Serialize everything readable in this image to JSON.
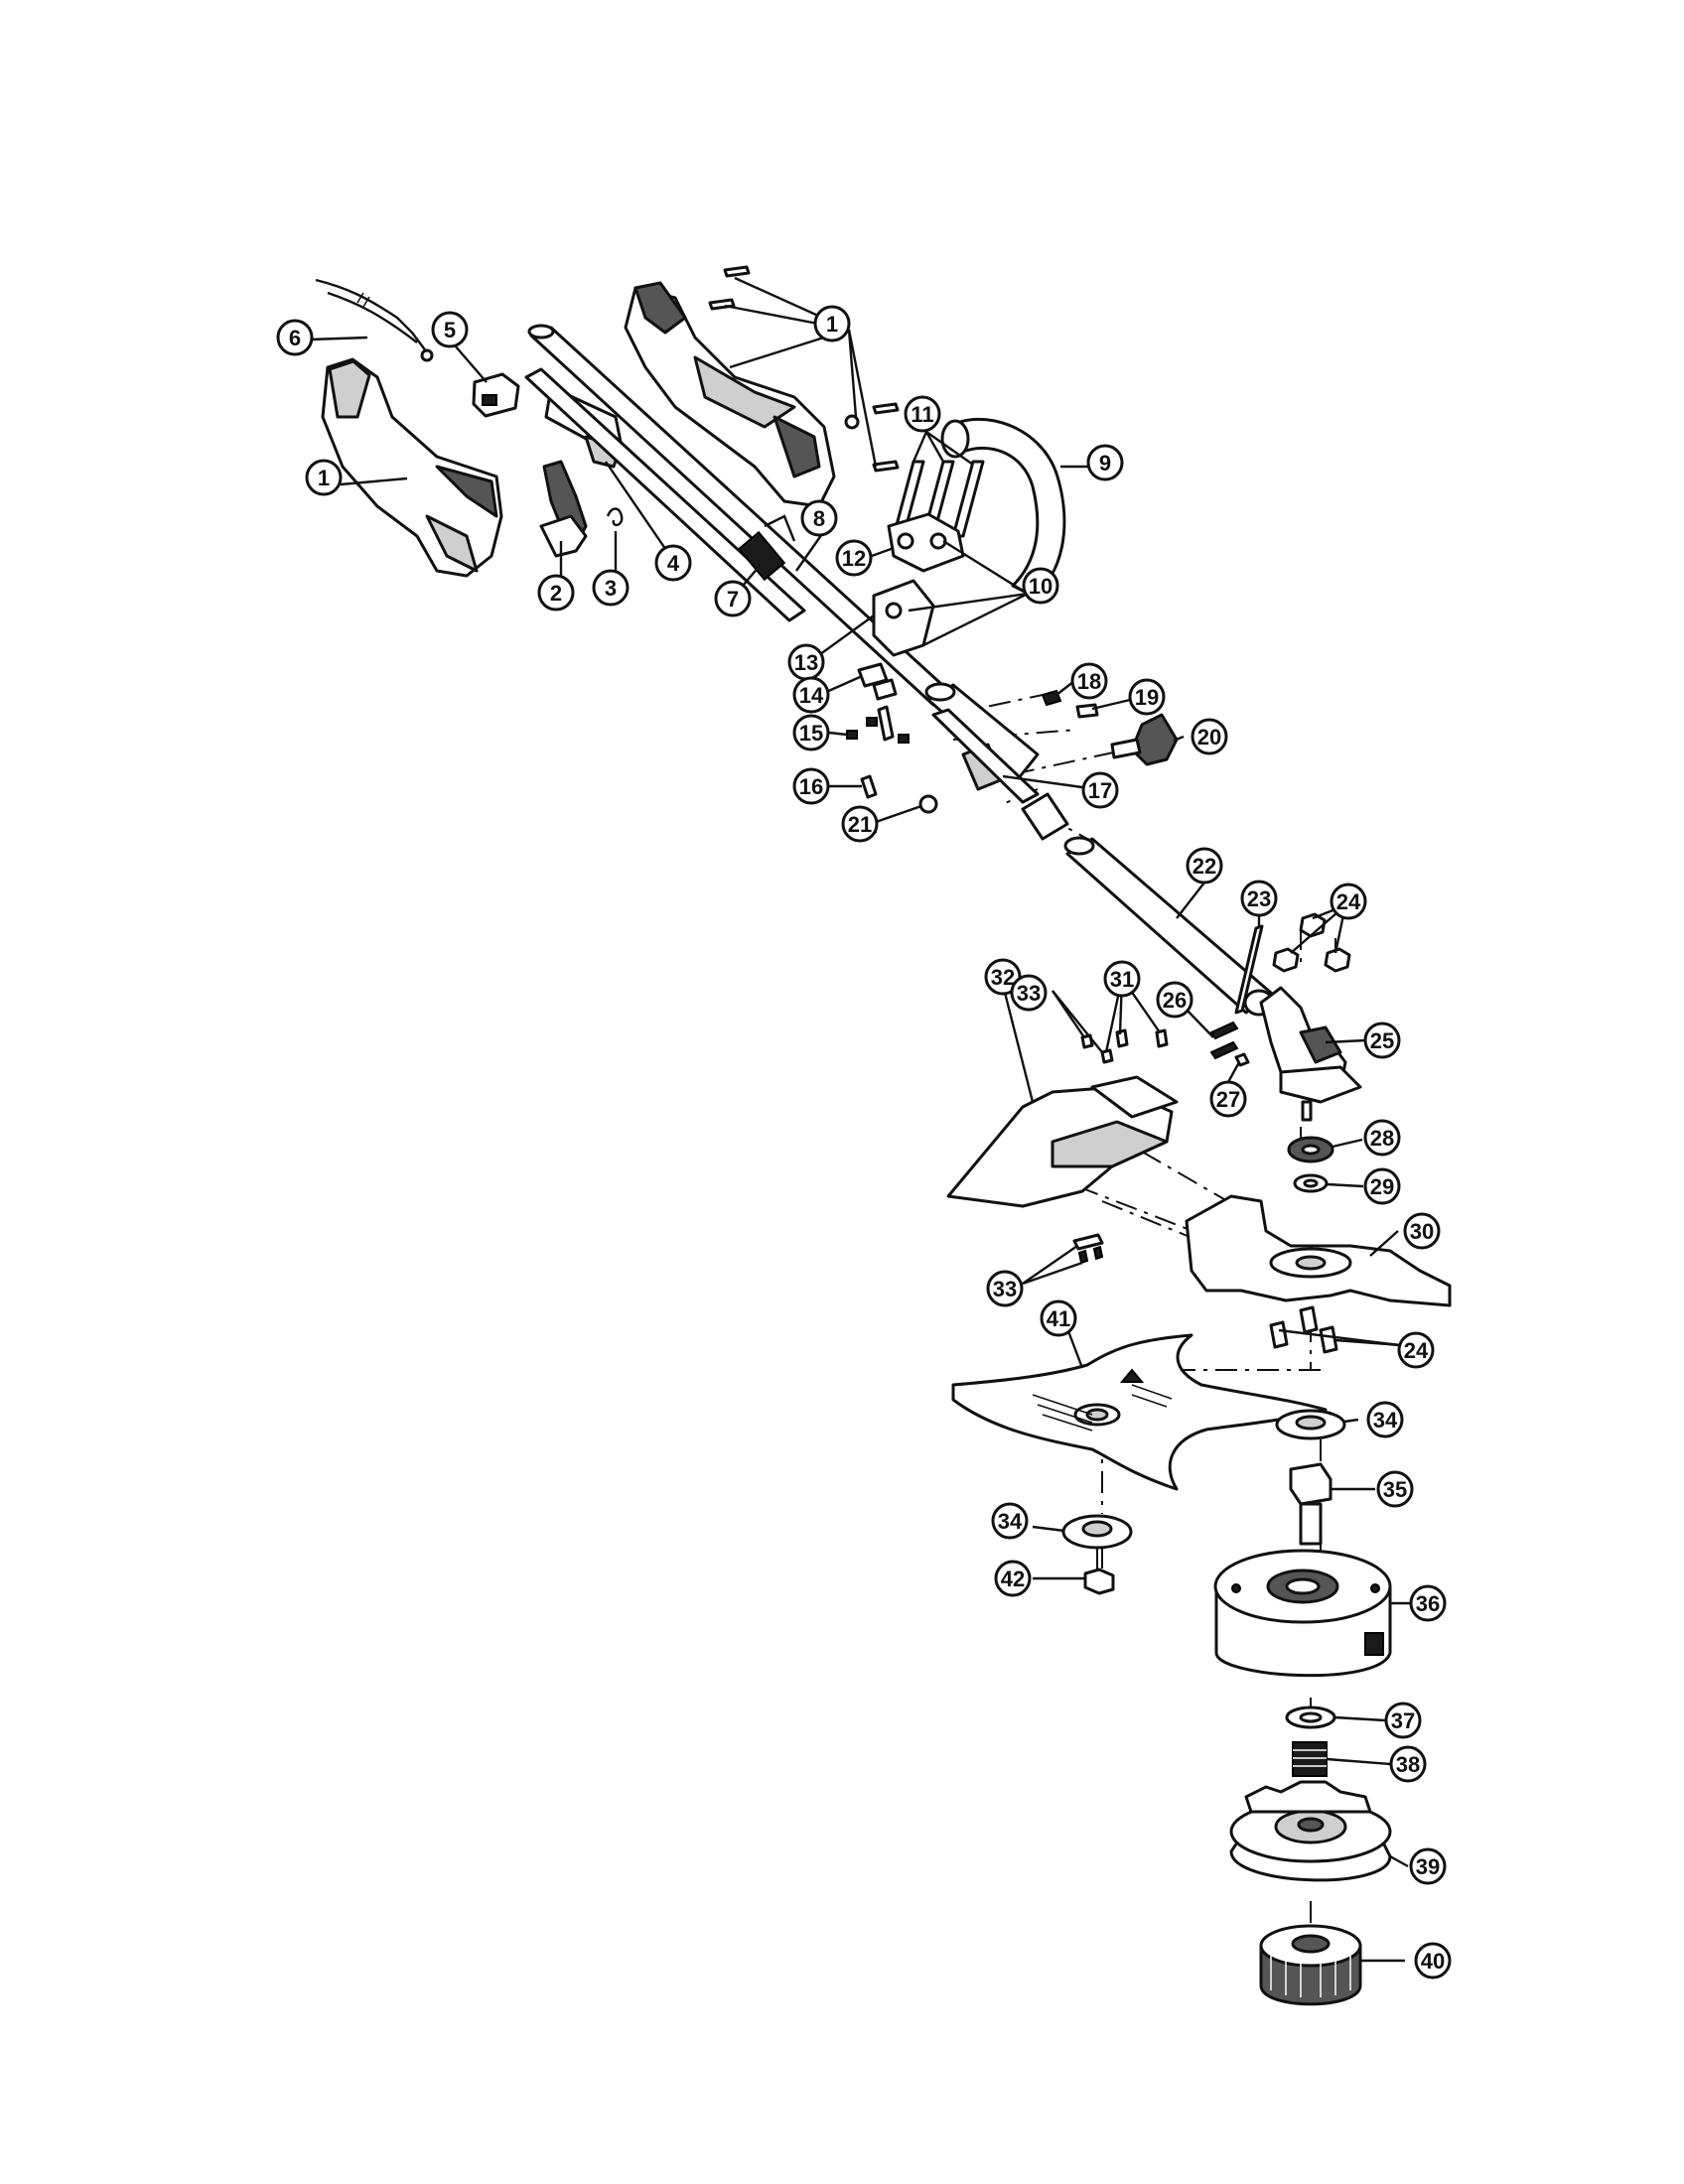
{
  "diagram": {
    "callouts": [
      {
        "id": "c1a",
        "label": "1"
      },
      {
        "id": "c1b",
        "label": "1"
      },
      {
        "id": "c2",
        "label": "2"
      },
      {
        "id": "c3",
        "label": "3"
      },
      {
        "id": "c4",
        "label": "4"
      },
      {
        "id": "c5",
        "label": "5"
      },
      {
        "id": "c6",
        "label": "6"
      },
      {
        "id": "c7",
        "label": "7"
      },
      {
        "id": "c8",
        "label": "8"
      },
      {
        "id": "c9",
        "label": "9"
      },
      {
        "id": "c10",
        "label": "10"
      },
      {
        "id": "c11",
        "label": "11"
      },
      {
        "id": "c12",
        "label": "12"
      },
      {
        "id": "c13",
        "label": "13"
      },
      {
        "id": "c14",
        "label": "14"
      },
      {
        "id": "c15",
        "label": "15"
      },
      {
        "id": "c16",
        "label": "16"
      },
      {
        "id": "c17",
        "label": "17"
      },
      {
        "id": "c18",
        "label": "18"
      },
      {
        "id": "c19",
        "label": "19"
      },
      {
        "id": "c20",
        "label": "20"
      },
      {
        "id": "c21",
        "label": "21"
      },
      {
        "id": "c22",
        "label": "22"
      },
      {
        "id": "c23",
        "label": "23"
      },
      {
        "id": "c24a",
        "label": "24"
      },
      {
        "id": "c24b",
        "label": "24"
      },
      {
        "id": "c25",
        "label": "25"
      },
      {
        "id": "c26",
        "label": "26"
      },
      {
        "id": "c27",
        "label": "27"
      },
      {
        "id": "c28",
        "label": "28"
      },
      {
        "id": "c29",
        "label": "29"
      },
      {
        "id": "c30",
        "label": "30"
      },
      {
        "id": "c31",
        "label": "31"
      },
      {
        "id": "c32",
        "label": "32"
      },
      {
        "id": "c33a",
        "label": "33"
      },
      {
        "id": "c33b",
        "label": "33"
      },
      {
        "id": "c34a",
        "label": "34"
      },
      {
        "id": "c34b",
        "label": "34"
      },
      {
        "id": "c35",
        "label": "35"
      },
      {
        "id": "c36",
        "label": "36"
      },
      {
        "id": "c37",
        "label": "37"
      },
      {
        "id": "c38",
        "label": "38"
      },
      {
        "id": "c39",
        "label": "39"
      },
      {
        "id": "c40",
        "label": "40"
      },
      {
        "id": "c41",
        "label": "41"
      },
      {
        "id": "c42",
        "label": "42"
      }
    ]
  }
}
